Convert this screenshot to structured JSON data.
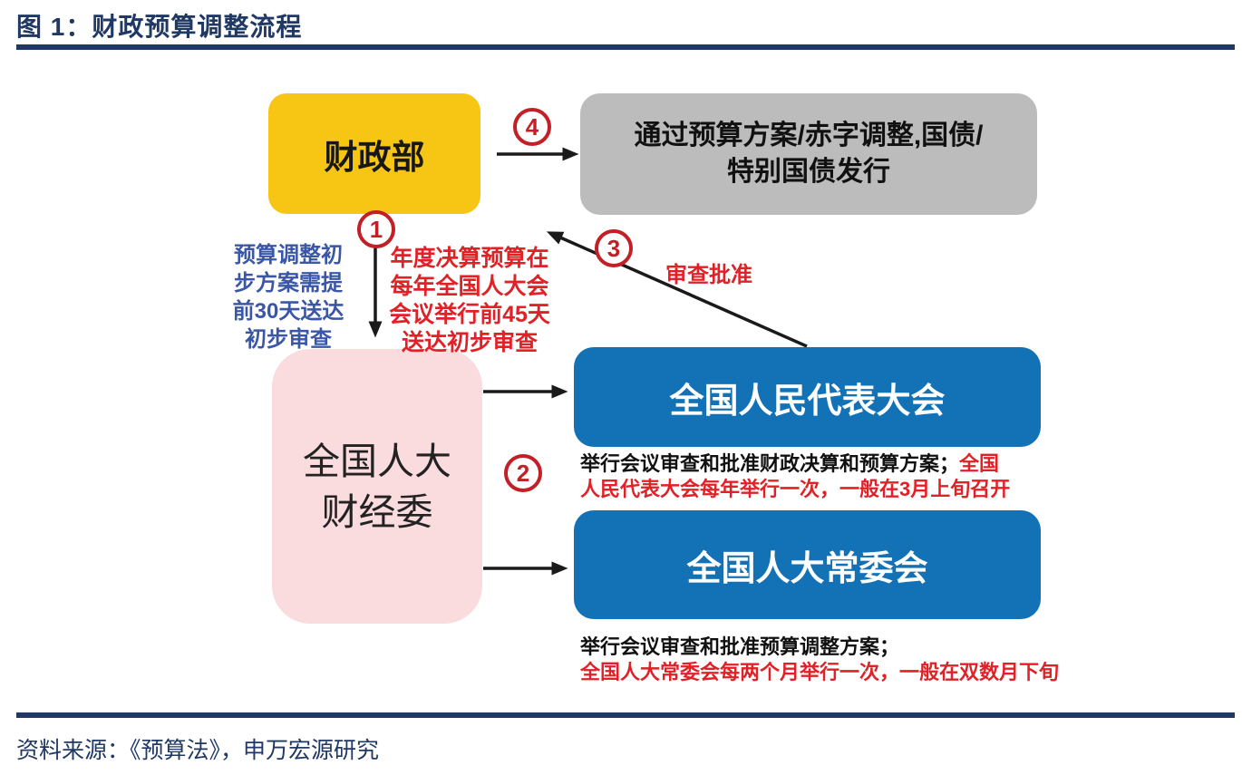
{
  "header": {
    "title": "图 1：财政预算调整流程"
  },
  "nodes": {
    "ministry": {
      "label": "财政部"
    },
    "outcome": {
      "line1": "通过预算方案/赤字调整,国债/",
      "line2": "特别国债发行"
    },
    "finance_committee": {
      "line1": "全国人大",
      "line2": "财经委"
    },
    "npc": {
      "label": "全国人民代表大会"
    },
    "standing_committee": {
      "label": "全国人大常委会"
    }
  },
  "steps": {
    "s1": "1",
    "s2": "2",
    "s3": "3",
    "s4": "4"
  },
  "annotations": {
    "blue_note": {
      "l1": "预算调整初",
      "l2": "步方案需提",
      "l3": "前30天送达",
      "l4": "初步审查"
    },
    "red_note": {
      "l1": "年度决算预算在",
      "l2": "每年全国人大会",
      "l3": "会议举行前45天",
      "l4": "送达初步审查"
    },
    "approve": "审查批准",
    "npc_caption": {
      "black": "举行会议审查和批准财政决算和预算方案；",
      "red_tail": "全国",
      "red_line2": "人民代表大会每年举行一次，一般在3月上旬召开"
    },
    "standing_caption": {
      "black": "举行会议审查和批准预算调整方案；",
      "red_line2": "全国人大常委会每两个月举行一次，一般在双数月下旬"
    }
  },
  "footer": {
    "source": "资料来源：《预算法》，申万宏源研究"
  },
  "colors": {
    "title_navy": "#1F3864",
    "box_yellow": "#F7C513",
    "box_gray": "#BCBCBC",
    "box_pink": "#FADBDE",
    "box_blue": "#1371B6",
    "badge_red": "#C21F26",
    "note_red": "#E02127",
    "note_blue": "#3A57A7",
    "arrow_black": "#1A1A1A"
  }
}
